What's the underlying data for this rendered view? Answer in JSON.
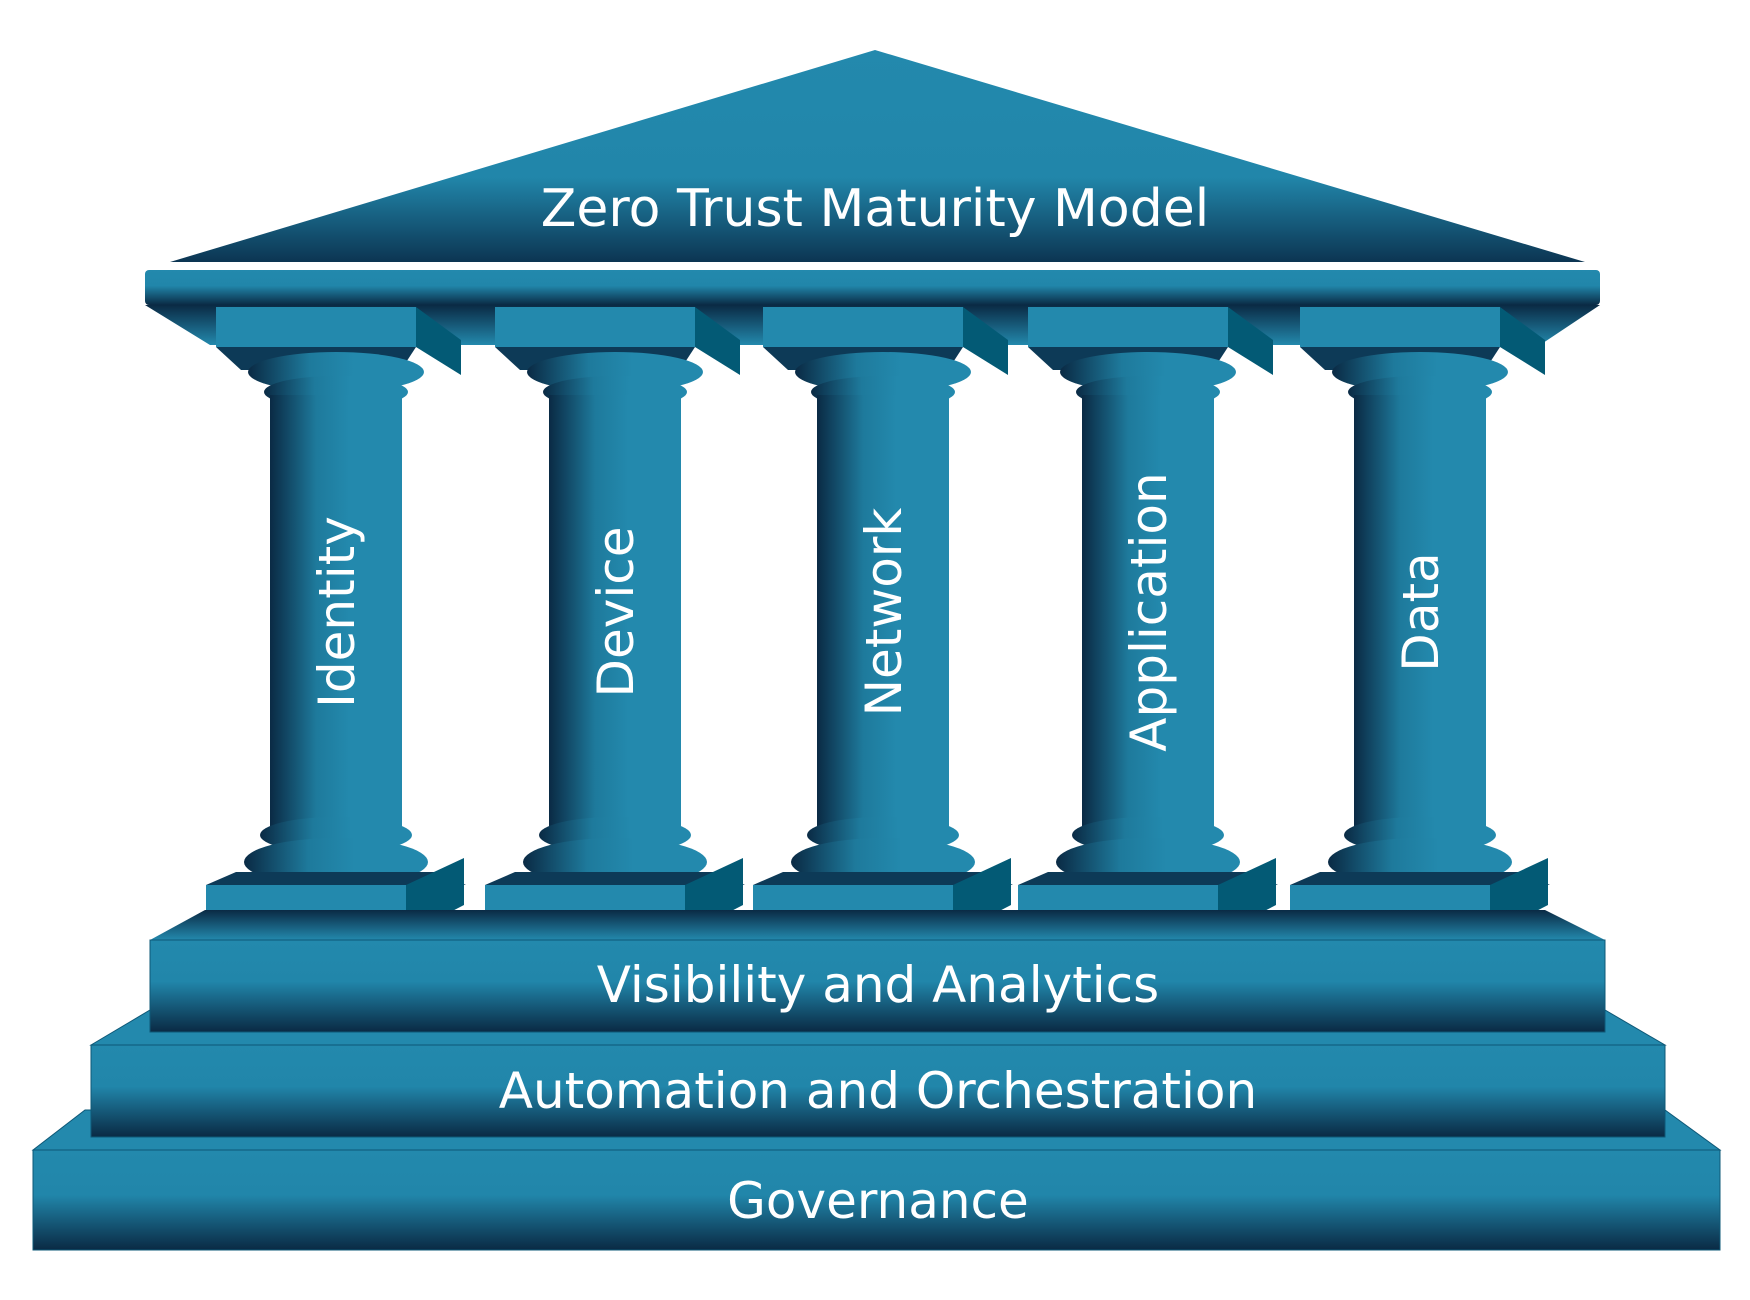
{
  "title": "Zero Trust Maturity Model",
  "pillars": [
    {
      "label": "Identity"
    },
    {
      "label": "Device"
    },
    {
      "label": "Network"
    },
    {
      "label": "Application"
    },
    {
      "label": "Data"
    }
  ],
  "foundations": [
    {
      "label": "Visibility and Analytics"
    },
    {
      "label": "Automation and Orchestration"
    },
    {
      "label": "Governance"
    }
  ],
  "colors": {
    "primary": "#2389ad",
    "dark": "#0a2a44",
    "side": "#035a75",
    "background": "#ffffff"
  }
}
